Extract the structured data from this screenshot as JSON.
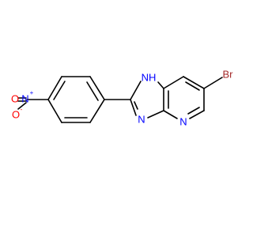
{
  "molecule": {
    "atoms": {
      "nitro_o_minus": {
        "symbol": "O",
        "charge": "-",
        "color": "#ff0000"
      },
      "nitro_n_plus": {
        "symbol": "N",
        "charge": "+",
        "color": "#0000ff"
      },
      "nitro_o_double": {
        "symbol": "O",
        "color": "#ff0000"
      },
      "imidazole_nh": {
        "symbol": "NH",
        "color": "#0000ff"
      },
      "imidazole_n": {
        "symbol": "N",
        "color": "#0000ff"
      },
      "pyridine_n": {
        "symbol": "N",
        "color": "#0000ff"
      },
      "bromine": {
        "symbol": "Br",
        "color": "#a52a2a"
      }
    },
    "bond_color": "#000000"
  }
}
